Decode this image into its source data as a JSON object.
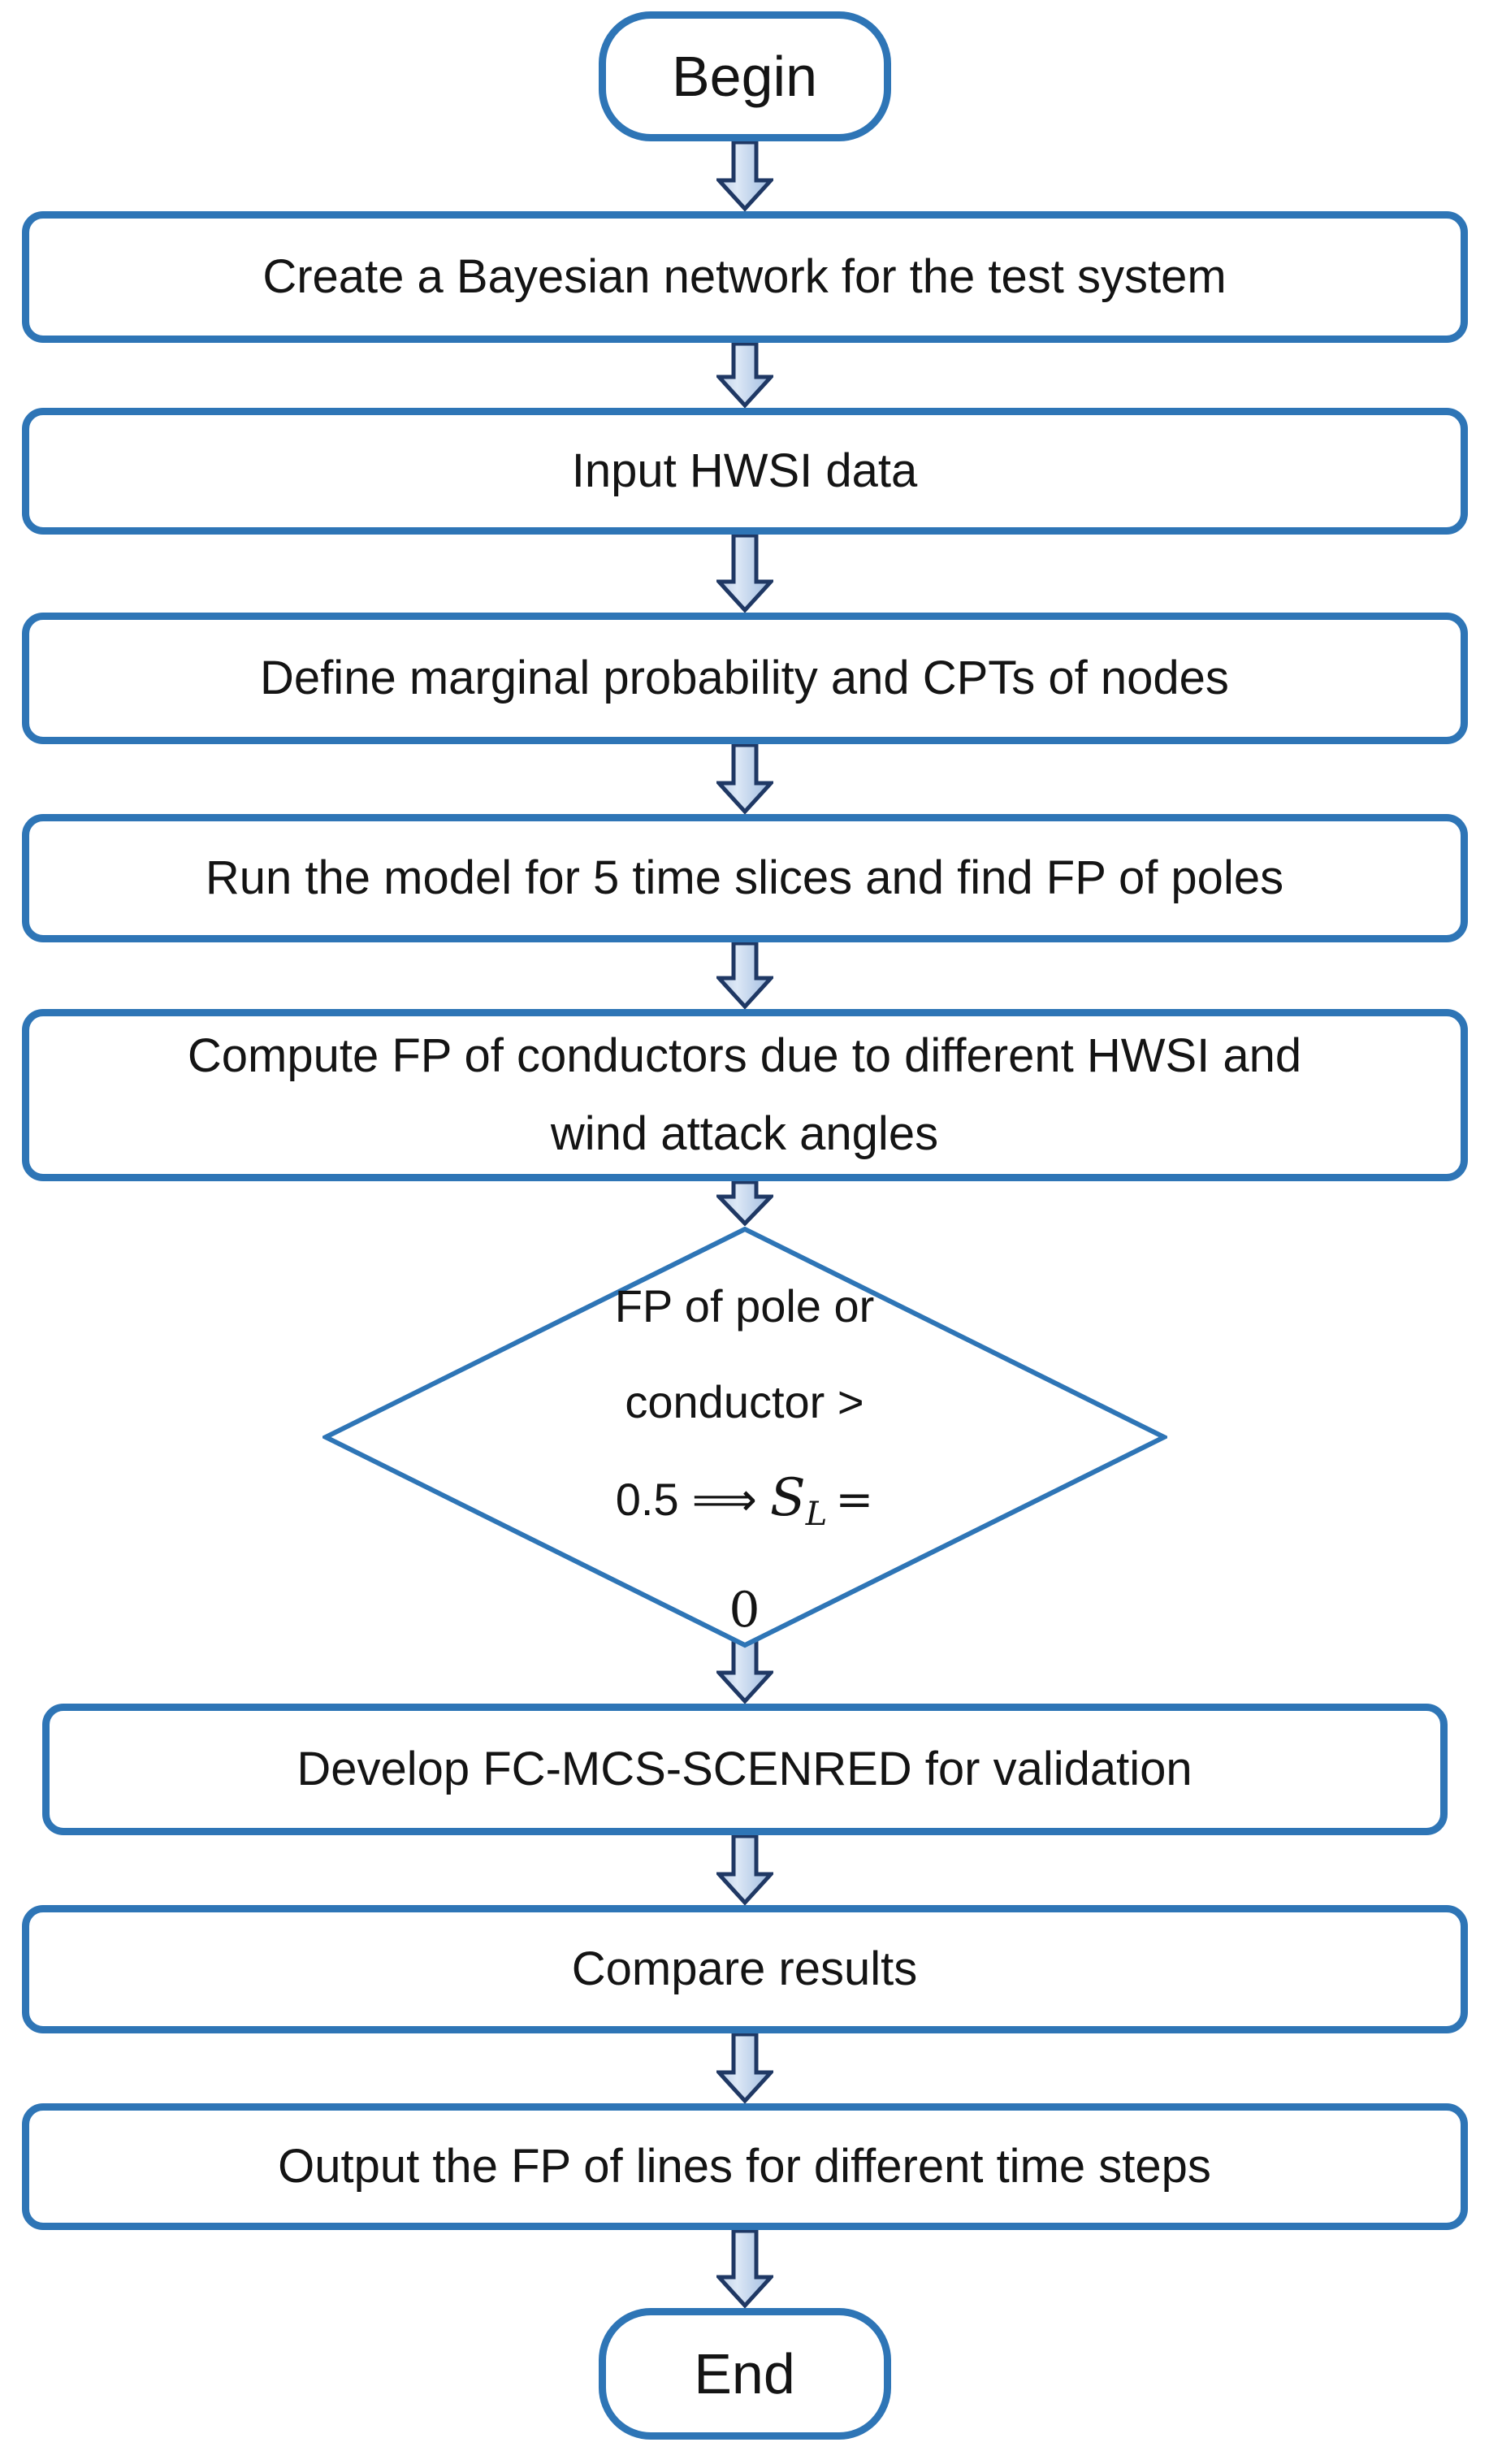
{
  "flowchart": {
    "nodes": {
      "begin": {
        "type": "terminator",
        "label": "Begin"
      },
      "step1": {
        "type": "process",
        "label": "Create a Bayesian network for the test system"
      },
      "step2": {
        "type": "process",
        "label": "Input HWSI data"
      },
      "step3": {
        "type": "process",
        "label": "Define marginal probability and CPTs of nodes"
      },
      "step4": {
        "type": "process",
        "label": "Run the model for 5 time slices and find FP of poles"
      },
      "step5": {
        "type": "process",
        "label": "Compute FP of conductors due to different HWSI and wind attack angles",
        "lines": [
          "Compute FP of conductors due to different HWSI and",
          "wind attack angles"
        ]
      },
      "decision": {
        "type": "decision",
        "line1": "FP of pole or",
        "line2": "conductor >",
        "line3": {
          "prefix": "0.5",
          "arrow": "⟹",
          "variable": "S",
          "subscript": "L",
          "equals": "="
        },
        "line4": "0"
      },
      "step6": {
        "type": "process",
        "label": "Develop FC-MCS-SCENRED for validation"
      },
      "step7": {
        "type": "process",
        "label": "Compare results"
      },
      "step8": {
        "type": "process",
        "label": "Output the FP of lines for different time steps"
      },
      "end": {
        "type": "terminator",
        "label": "End"
      }
    },
    "edges": [
      {
        "from": "begin",
        "to": "step1"
      },
      {
        "from": "step1",
        "to": "step2"
      },
      {
        "from": "step2",
        "to": "step3"
      },
      {
        "from": "step3",
        "to": "step4"
      },
      {
        "from": "step4",
        "to": "step5"
      },
      {
        "from": "step5",
        "to": "decision"
      },
      {
        "from": "decision",
        "to": "step6"
      },
      {
        "from": "step6",
        "to": "step7"
      },
      {
        "from": "step7",
        "to": "step8"
      },
      {
        "from": "step8",
        "to": "end"
      }
    ],
    "colors": {
      "shape_border": "#2e75b6",
      "shape_fill": "#ffffff",
      "arrow_outline": "#1f3864",
      "arrow_fill_light": "#dde8f6",
      "arrow_fill_dark": "#9fbbdf",
      "text": "#141414",
      "background": "#ffffff"
    }
  }
}
